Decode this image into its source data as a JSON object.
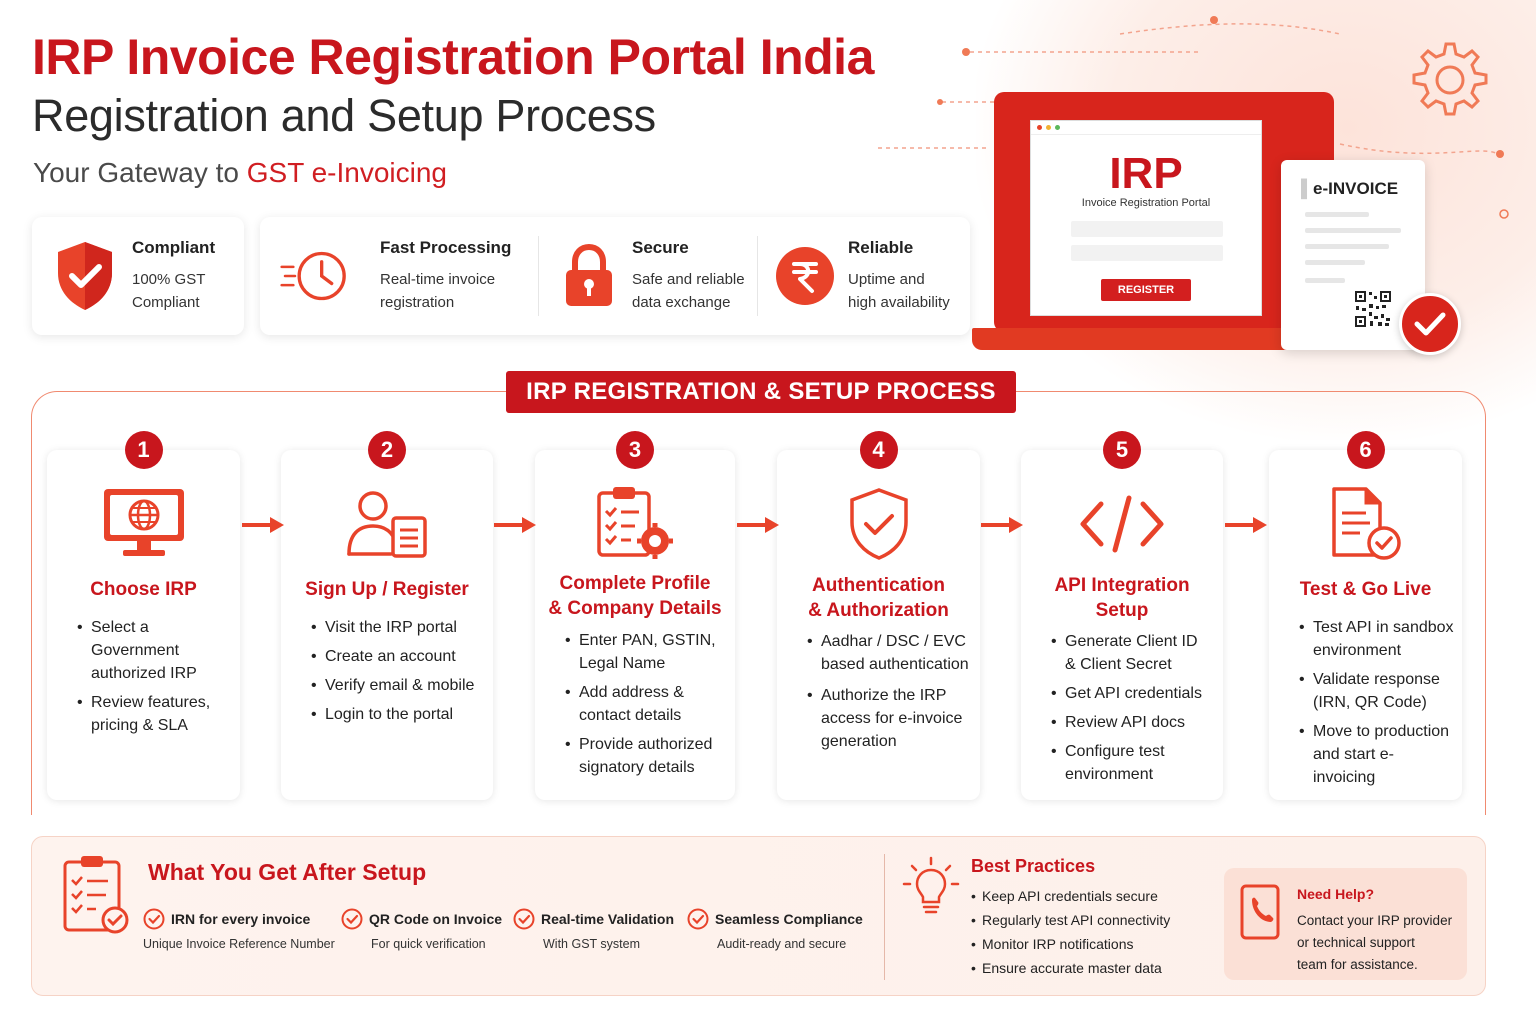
{
  "header": {
    "title": "IRP Invoice Registration Portal India",
    "subtitle": "Registration and Setup Process",
    "tagline_prefix": "Your Gateway to ",
    "tagline_highlight": "GST e-Invoicing"
  },
  "features": [
    {
      "icon": "shield-check-icon",
      "title": "Compliant",
      "desc": "100% GST\nCompliant"
    },
    {
      "icon": "fast-clock-icon",
      "title": "Fast Processing",
      "desc": "Real-time invoice\nregistration"
    },
    {
      "icon": "padlock-icon",
      "title": "Secure",
      "desc": "Safe and reliable\ndata exchange"
    },
    {
      "icon": "rupee-icon",
      "title": "Reliable",
      "desc": "Uptime and\nhigh availability"
    }
  ],
  "illustration": {
    "portal_logo": "IRP",
    "portal_name": "Invoice Registration Portal",
    "register_button": "REGISTER",
    "document_title": "e-INVOICE"
  },
  "process": {
    "banner": "IRP REGISTRATION & SETUP PROCESS",
    "steps": [
      {
        "number": "1",
        "icon": "monitor-globe-icon",
        "title": "Choose  IRP",
        "bullets": [
          "Select a Government\nauthorized IRP",
          "Review features,\npricing & SLA"
        ]
      },
      {
        "number": "2",
        "icon": "user-form-icon",
        "title": "Sign Up / Register",
        "bullets": [
          "Visit the IRP portal",
          "Create an account",
          "Verify email & mobile",
          "Login to the portal"
        ]
      },
      {
        "number": "3",
        "icon": "clipboard-gear-icon",
        "title": "Complete Profile\n& Company Details",
        "bullets": [
          "Enter PAN, GSTIN,\nLegal Name",
          "Add address &\ncontact details",
          "Provide authorized\nsignatory details"
        ]
      },
      {
        "number": "4",
        "icon": "shield-check-outline-icon",
        "title": "Authentication\n& Authorization",
        "bullets": [
          "Aadhar / DSC / EVC\nbased authentication",
          "Authorize the IRP\naccess for e-invoice\ngeneration"
        ]
      },
      {
        "number": "5",
        "icon": "code-icon",
        "title": "API Integration\nSetup",
        "bullets": [
          "Generate Client ID\n& Client Secret",
          "Get API credentials",
          "Review API docs",
          "Configure test\nenvironment"
        ]
      },
      {
        "number": "6",
        "icon": "document-check-icon",
        "title": "Test & Go Live",
        "bullets": [
          "Test API in sandbox\nenvironment",
          "Validate response\n(IRN, QR Code)",
          "Move to production\nand start e-invoicing"
        ]
      }
    ]
  },
  "after_setup": {
    "title": "What You Get After Setup",
    "benefits": [
      {
        "title": "IRN for every invoice",
        "desc": "Unique Invoice Reference Number"
      },
      {
        "title": "QR Code on Invoice",
        "desc": "For quick verification"
      },
      {
        "title": "Real-time Validation",
        "desc": "With GST system"
      },
      {
        "title": "Seamless Compliance",
        "desc": "Audit-ready and secure"
      }
    ]
  },
  "best_practices": {
    "title": "Best Practices",
    "items": [
      "Keep API credentials secure",
      "Regularly test API connectivity",
      "Monitor IRP notifications",
      "Ensure accurate master data"
    ]
  },
  "help": {
    "title": "Need Help?",
    "text": "Contact your IRP provider\nor technical support\nteam for assistance."
  },
  "colors": {
    "primary_red": "#c8161d",
    "accent_orange": "#e8432a",
    "panel_bg": "#fef3ee"
  }
}
